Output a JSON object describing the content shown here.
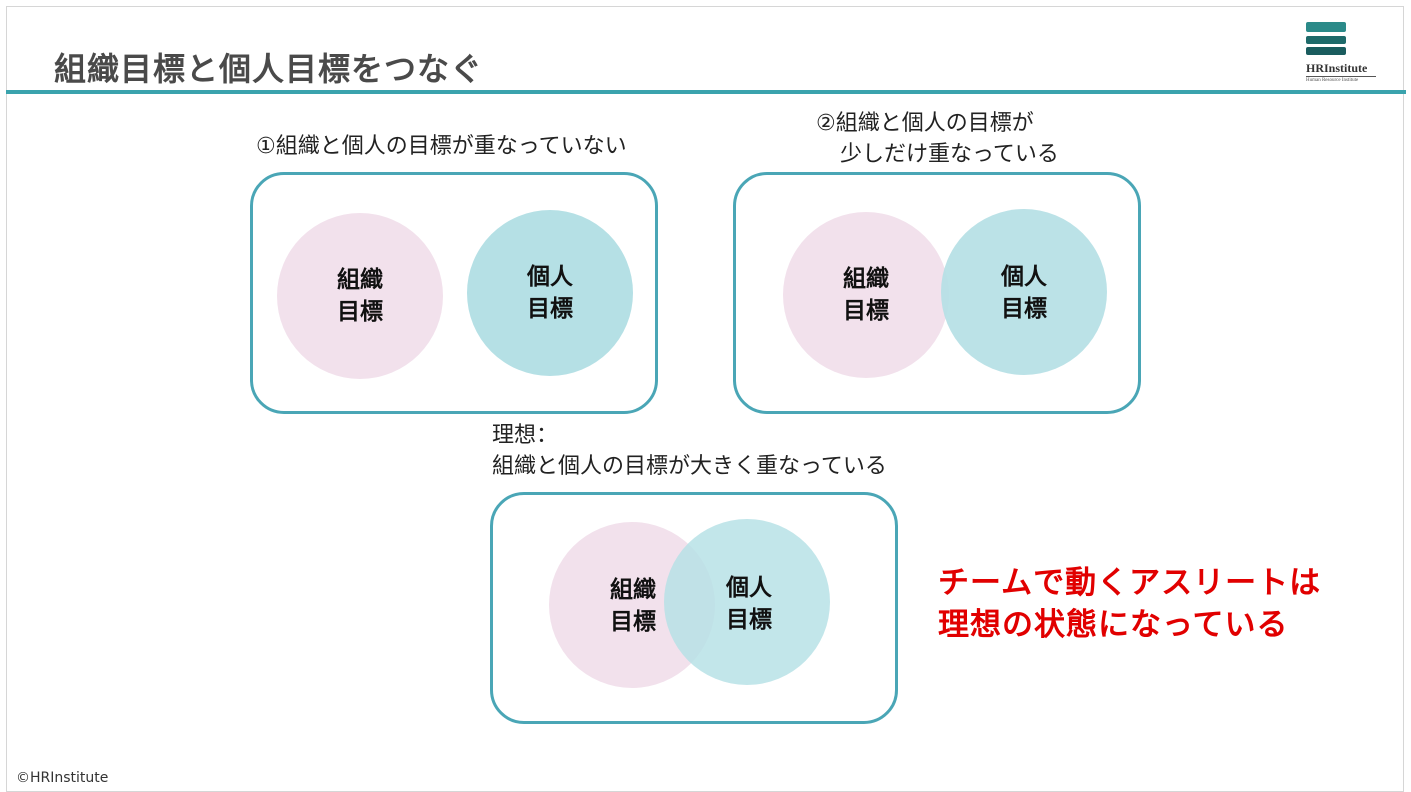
{
  "title": "組織目標と個人目標をつなぐ",
  "logo": {
    "name": "HRInstitute",
    "sub": "Human Resource Institute"
  },
  "panels": [
    {
      "caption_lines": [
        "①組織と個人の目標が重なっていない"
      ],
      "org_label": [
        "組織",
        "目標"
      ],
      "person_label": [
        "個人",
        "目標"
      ]
    },
    {
      "caption_lines": [
        "②組織と個人の目標が",
        "少しだけ重なっている"
      ],
      "org_label": [
        "組織",
        "目標"
      ],
      "person_label": [
        "個人",
        "目標"
      ]
    },
    {
      "caption_lines": [
        "理想：",
        "組織と個人の目標が大きく重なっている"
      ],
      "org_label": [
        "組織",
        "目標"
      ],
      "person_label": [
        "個人",
        "目標"
      ]
    }
  ],
  "conclusion_lines": [
    "チームで動くアスリートは",
    "理想の状態になっている"
  ],
  "copyright": "©HRInstitute",
  "colors": {
    "accent": "#3aa3ad",
    "panel_border": "#4aa6b6",
    "org_circle": "#f2e1ec",
    "person_circle": "#b5e0e5",
    "conclusion": "#e10000"
  }
}
